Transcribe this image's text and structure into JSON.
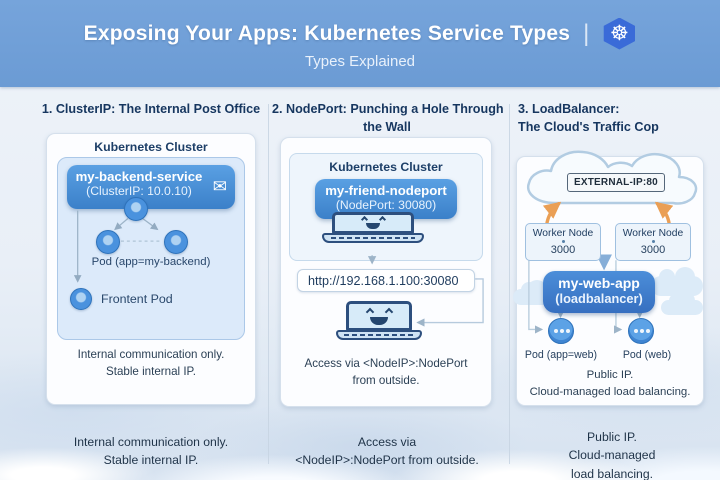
{
  "header": {
    "title": "Exposing Your Apps: Kubernetes Service Types",
    "separator": "|",
    "subtitle": "Types Explained",
    "logo_glyph": "☸"
  },
  "icons": {
    "kubernetes_logo": "☸",
    "envelope": "✉"
  },
  "colors": {
    "header_bg": "#6b9bd4",
    "heading_text": "#16365f",
    "service_box_blue": "#3b80c9",
    "loadbalancer_box_blue": "#366fc0",
    "pod_blue": "#4a92de",
    "arrow_orange": "#ea9f55",
    "k8s_logo_bg": "#3a6bd8"
  },
  "panels": [
    {
      "heading_lines": [
        "1. ClusterIP: The Internal Post Office"
      ],
      "cluster_label": "Kubernetes Cluster",
      "service_name": "my-backend-service",
      "service_detail": "(ClusterIP: 10.0.10)",
      "pod_group_label": "Pod (app=my-backend)",
      "frontend_pod_label": "Frontent Pod",
      "card_caption_lines": [
        "Internal communication only.",
        "Stable internal IP."
      ],
      "bottom_caption_lines": [
        "Internal communication only.",
        "Stable internal IP."
      ]
    },
    {
      "heading_lines": [
        "2. NodePort: Punching a Hole Through",
        "the Wall"
      ],
      "cluster_label": "Kubernetes Cluster",
      "service_name": "my-friend-nodeport",
      "service_detail": "(NodePort: 30080)",
      "url": "http://192.168.1.100:30080",
      "card_caption_lines": [
        "Access via <NodeIP>:NodePort",
        "from outside."
      ],
      "bottom_caption_lines": [
        "Access via",
        "<NodeIP>:NodePort from outside."
      ]
    },
    {
      "heading_lines": [
        "3. LoadBalancer:",
        "The Cloud's Traffic Cop"
      ],
      "external_ip_label": "EXTERNAL-IP:80",
      "worker_nodes": [
        {
          "label": "Worker Node",
          "port": "3000"
        },
        {
          "label": "Worker Node",
          "port": "3000"
        }
      ],
      "service_name": "my-web-app",
      "service_detail": "(loadbalancer)",
      "pod_labels": [
        "Pod (app=web)",
        "Pod (web)"
      ],
      "card_caption_lines": [
        "Public IP.",
        "Cloud-managed load balancing."
      ],
      "bottom_caption_lines": [
        "Public IP.",
        "Cloud-managed",
        "load balancing."
      ]
    }
  ]
}
